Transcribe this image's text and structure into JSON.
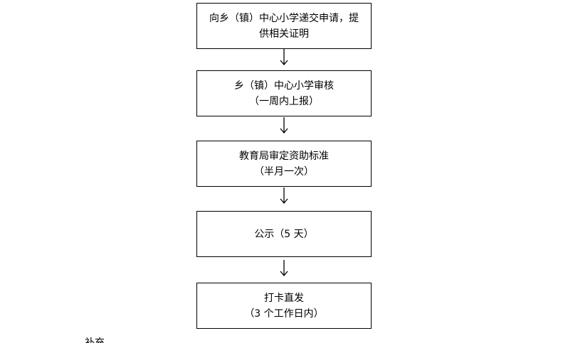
{
  "steps": [
    {
      "line1": "向乡（镇）中心小学递交申请，提",
      "line2": "供相关证明"
    },
    {
      "line1": "乡（镇）中心小学审核",
      "line2": "（一周内上报）"
    },
    {
      "line1": "教育局审定资助标准",
      "line2": "（半月一次）"
    },
    {
      "line1": "公示（5 天）",
      "line2": ""
    },
    {
      "line1": "打卡直发",
      "line2": "（3 个工作日内）"
    }
  ],
  "footer_fragment": "补充"
}
